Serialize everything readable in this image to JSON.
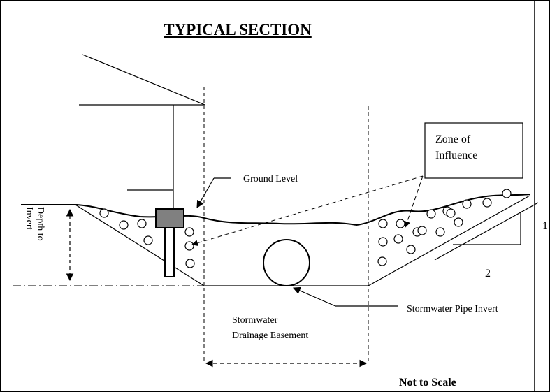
{
  "title": "TYPICAL SECTION",
  "labels": {
    "zone_of_influence_line1": "Zone of",
    "zone_of_influence_line2": "Influence",
    "ground_level": "Ground Level",
    "depth_to_invert_line1": "Depth to",
    "depth_to_invert_line2": "Invert",
    "easement_line1": "Stormwater",
    "easement_line2": "Drainage Easement",
    "pipe_invert": "Stormwater Pipe Invert",
    "slope_vertical": "1",
    "slope_horizontal": "2",
    "not_to_scale": "Not to Scale"
  },
  "colors": {
    "line": "#000000",
    "footing": "#808080",
    "background": "#ffffff"
  }
}
